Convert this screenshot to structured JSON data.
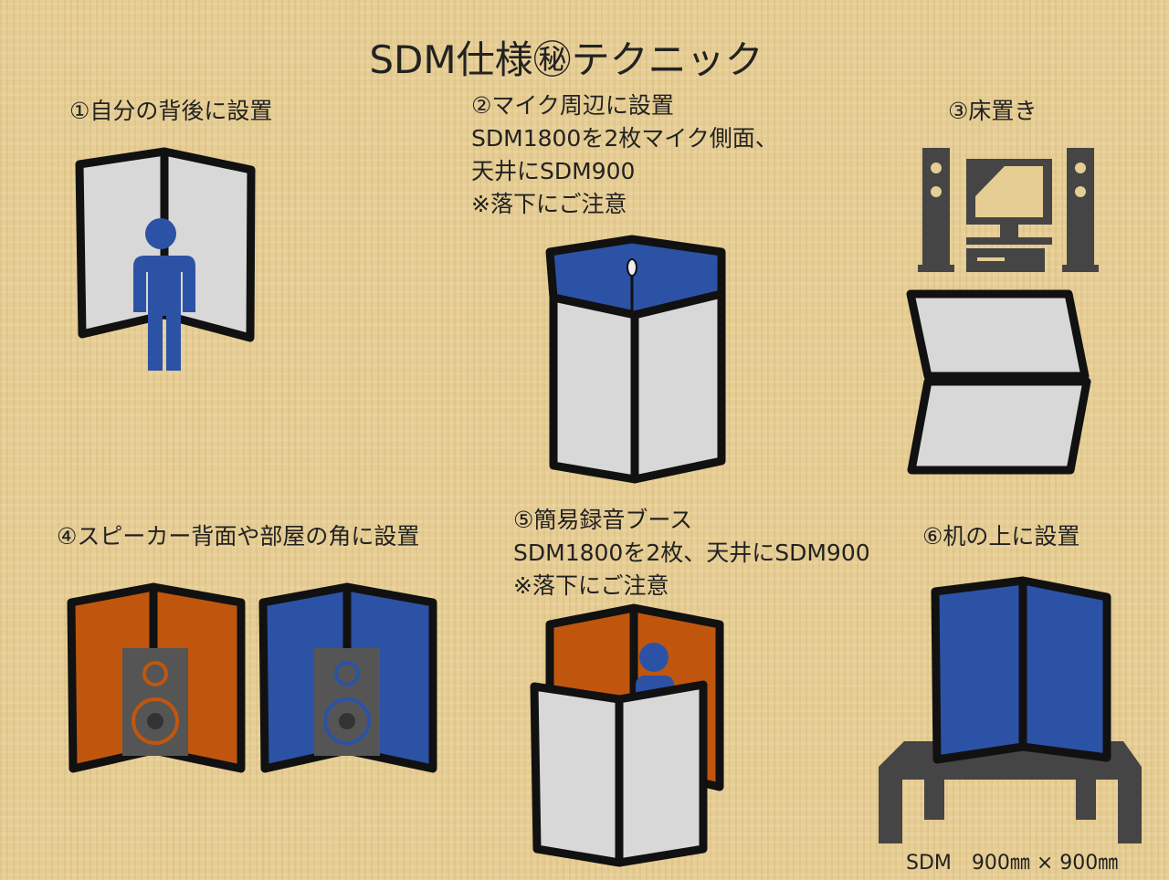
{
  "title": "SDM仕様㊙テクニック",
  "sections": [
    {
      "lines": [
        "①自分の背後に設置"
      ]
    },
    {
      "lines": [
        "②マイク周辺に設置",
        "SDM1800を2枚マイク側面、",
        "天井にSDM900",
        "※落下にご注意"
      ]
    },
    {
      "lines": [
        "③床置き"
      ]
    },
    {
      "lines": [
        "④スピーカー背面や部屋の角に設置"
      ]
    },
    {
      "lines": [
        "⑤簡易録音ブース",
        "SDM1800を2枚、天井にSDM900",
        "※落下にご注意"
      ]
    },
    {
      "lines": [
        "⑥机の上に設置"
      ]
    }
  ],
  "size_label": "SDM　900㎜ × 900㎜",
  "colors": {
    "panel_gray": "#d8d8d8",
    "panel_blue": "#2c52a6",
    "panel_orange": "#c0560e",
    "icon": "#454545"
  }
}
